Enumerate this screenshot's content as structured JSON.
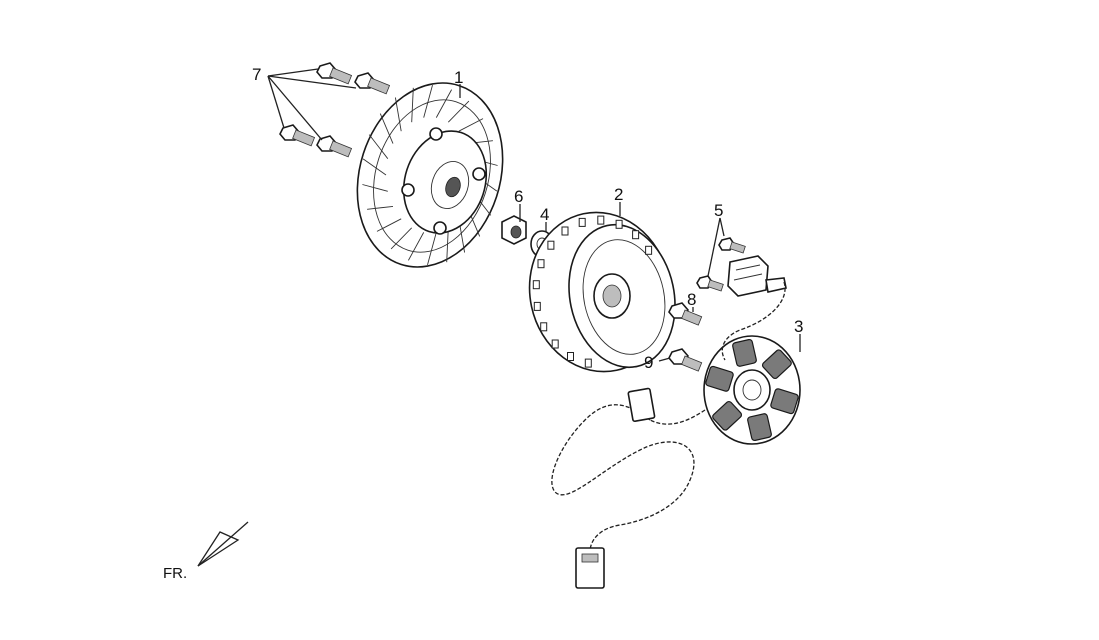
{
  "callouts": {
    "c1": "1",
    "c2": "2",
    "c3": "3",
    "c4": "4",
    "c5": "5",
    "c6": "6",
    "c7": "7",
    "c8": "8",
    "c9": "9"
  },
  "direction": {
    "label": "FR."
  }
}
